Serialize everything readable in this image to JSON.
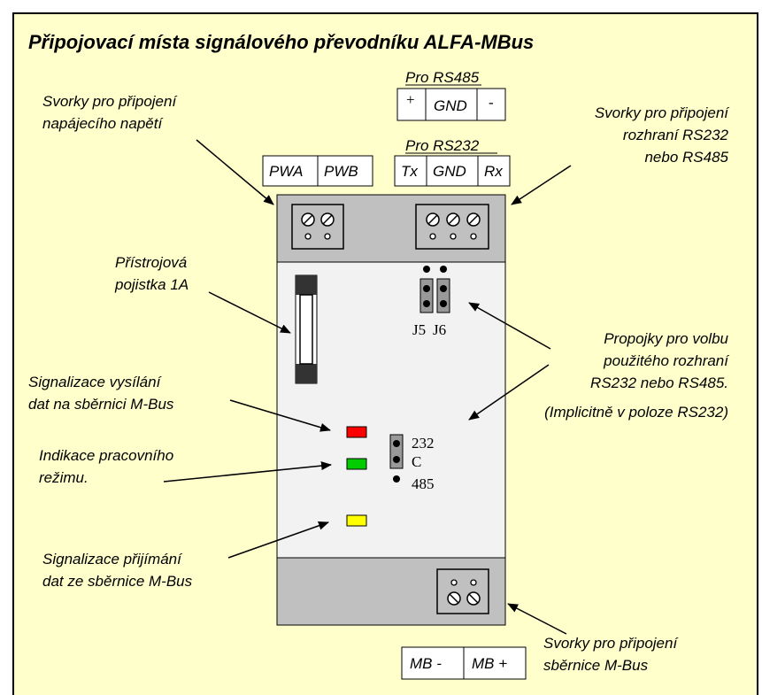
{
  "title": "Připojovací místa signálového převodníku ALFA-MBus",
  "labels": {
    "power_terminals": [
      "Svorky pro připojení",
      "napájecího napětí"
    ],
    "rs_terminals": [
      "Svorky pro připojení",
      "rozhraní RS232",
      "nebo RS485"
    ],
    "fuse": [
      "Přístrojová",
      "pojistka 1A"
    ],
    "tx_signal": [
      "Signalizace vysílání",
      "dat na sběrnici M-Bus"
    ],
    "mode_indication": [
      "Indikace pracovního",
      "režimu."
    ],
    "rx_signal": [
      "Signalizace přijímání",
      "dat ze sběrnice M-Bus"
    ],
    "jumpers": [
      "Propojky pro volbu",
      "použitého rozhraní",
      "RS232 nebo RS485."
    ],
    "jumpers_default": "(Implicitně v poloze RS232)",
    "mbus_terminals": [
      "Svorky pro připojení",
      "sběrnice M-Bus"
    ]
  },
  "rs485": {
    "header": "Pro RS485",
    "pins": [
      "+",
      "GND",
      "-"
    ]
  },
  "rs232": {
    "header": "Pro RS232",
    "pins": [
      "Tx",
      "GND",
      "Rx"
    ]
  },
  "power_pins": [
    "PWA",
    "PWB"
  ],
  "mbus_pins": [
    "MB -",
    "MB +"
  ],
  "jumper_names": [
    "J5",
    "J6"
  ],
  "mode_jumper": [
    "232",
    "C",
    "485"
  ],
  "colors": {
    "background": "#ffffcc",
    "housing_gray": "#c0c0c0",
    "panel": "#f2f2f2",
    "led_red": "#ff0000",
    "led_green": "#00cc00",
    "led_yellow": "#ffff00"
  }
}
